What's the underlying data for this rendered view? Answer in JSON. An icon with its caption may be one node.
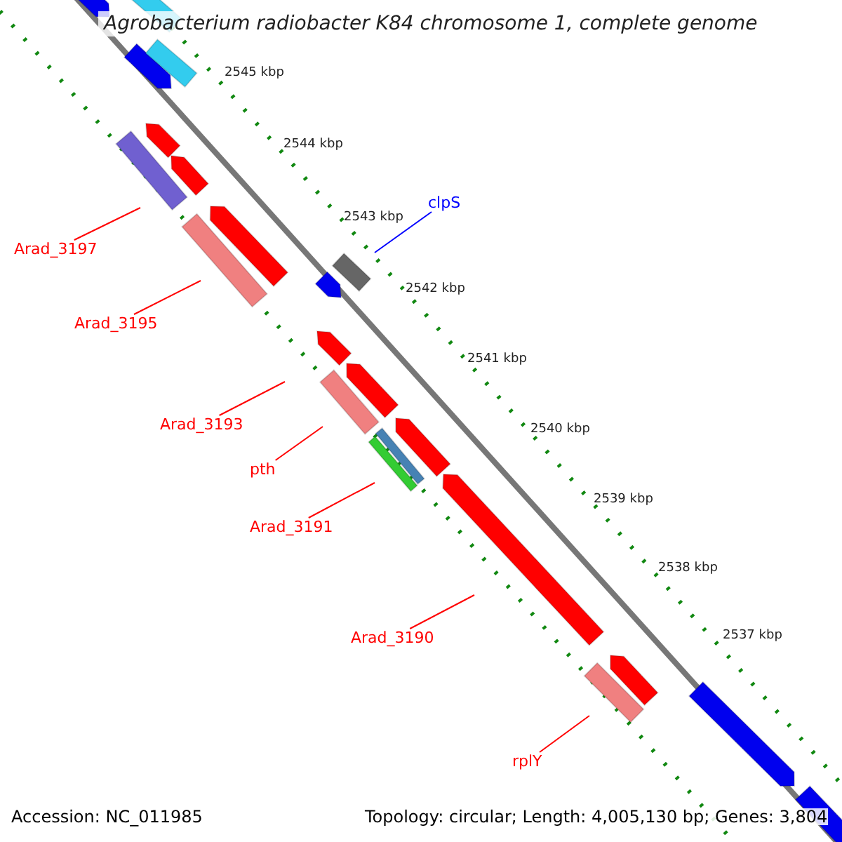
{
  "diagram": {
    "title": "Agrobacterium radiobacter K84 chromosome 1, complete genome",
    "nodes": [
      {
        "text": [
          "clpS"
        ]
      },
      {
        "text": [
          "Arad_3197"
        ]
      },
      {
        "text": [
          "Arad_3195"
        ]
      },
      {
        "text": [
          "Arad_3193"
        ]
      },
      {
        "text": [
          "pth"
        ]
      },
      {
        "text": [
          "Arad_3191"
        ]
      },
      {
        "text": [
          "Arad_3190"
        ]
      },
      {
        "text": [
          "rplY"
        ]
      }
    ],
    "edges": [
      {
        "from": 0,
        "to": null,
        "arrow": "none",
        "color": "#0000ff"
      },
      {
        "from": 1,
        "to": null,
        "arrow": "none"
      },
      {
        "from": 2,
        "to": null,
        "arrow": "none"
      },
      {
        "from": 3,
        "to": null,
        "arrow": "none"
      },
      {
        "from": 4,
        "to": null,
        "arrow": "none"
      },
      {
        "from": 5,
        "to": null,
        "arrow": "none"
      },
      {
        "from": 6,
        "to": null,
        "arrow": "none"
      },
      {
        "from": 7,
        "to": null,
        "arrow": "none"
      }
    ],
    "labels": [
      "2545 kbp",
      "2544 kbp",
      "2543 kbp",
      "2542 kbp",
      "2541 kbp",
      "2540 kbp",
      "2539 kbp",
      "2538 kbp",
      "2537 kbp",
      "Accession: NC_011985",
      "Topology: circular; Length: 4,005,130 bp; Genes: 3,804"
    ]
  }
}
